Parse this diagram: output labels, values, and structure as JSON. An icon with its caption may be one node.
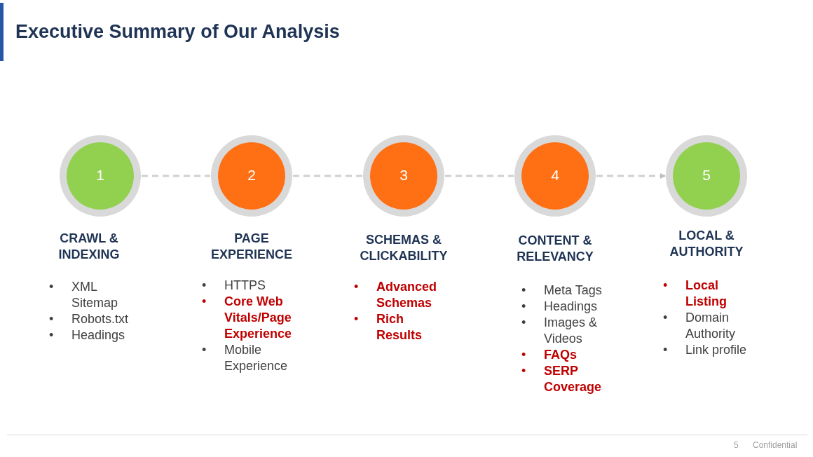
{
  "diagram": {
    "title": "Executive Summary of Our Analysis",
    "nodes": [
      {
        "text": [
          "1"
        ],
        "beside": [
          "CRAWL & INDEXING",
          "• XML Sitemap",
          "• Robots.txt",
          "• Headings"
        ]
      },
      {
        "text": [
          "2"
        ],
        "beside": [
          "PAGE EXPERIENCE",
          "• HTTPS",
          "• **Core Web Vitals/Page Experience**",
          "• Mobile Experience"
        ]
      },
      {
        "text": [
          "3"
        ],
        "beside": [
          "SCHEMAS & CLICKABILITY",
          "• **Advanced Schemas**",
          "• **Rich Results**"
        ]
      },
      {
        "text": [
          "4"
        ],
        "beside": [
          "CONTENT & RELEVANCY",
          "• Meta Tags",
          "• Headings",
          "• Images & Videos",
          "• **FAQs**",
          "• **SERP Coverage**"
        ]
      },
      {
        "text": [
          "5"
        ],
        "beside": [
          "LOCAL & AUTHORITY",
          "• **Local Listing**",
          "• Domain Authority",
          "• Link profile"
        ]
      }
    ],
    "edges": [
      {
        "from": 0,
        "to": 1,
        "arrow": "none",
        "style": "dashed"
      },
      {
        "from": 1,
        "to": 2,
        "arrow": "none",
        "style": "dashed"
      },
      {
        "from": 2,
        "to": 3,
        "arrow": "none",
        "style": "dashed"
      },
      {
        "from": 3,
        "to": 4,
        "arrow": "to",
        "style": "dashed"
      }
    ],
    "labels": [
      "5",
      "Confidential"
    ]
  }
}
